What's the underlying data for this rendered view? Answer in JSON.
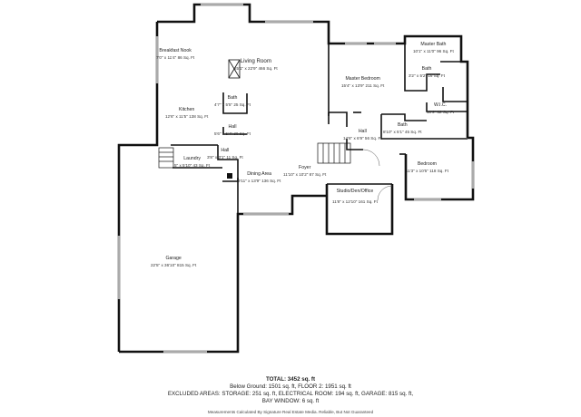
{
  "rooms": [
    {
      "key": "breakfast",
      "name": "Breakfast Nook",
      "dim": "7'0\" x 11'4\" 86 Sq. Ft"
    },
    {
      "key": "living",
      "name": "Living Room",
      "dim": "25'1\" x 22'9\" 466 Sq. Ft"
    },
    {
      "key": "master_bath",
      "name": "Master Bath",
      "dim": "10'1\" x 11'0\" 96 Sq. Ft"
    },
    {
      "key": "bath_upper",
      "name": "Bath",
      "dim": "3'2\" x 5'2\" 16 Sq. Ft"
    },
    {
      "key": "master_bedroom",
      "name": "Master Bedroom",
      "dim": "15'4\" x 13'9\" 211 Sq. Ft"
    },
    {
      "key": "bath_small",
      "name": "Bath",
      "dim": "4'7\" x 5'5\" 25 Sq. Ft"
    },
    {
      "key": "wic",
      "name": "W.I.C.",
      "dim": "10'9\" 82 Sq. Ft"
    },
    {
      "key": "kitchen",
      "name": "Kitchen",
      "dim": "12'6\" x 11'5\" 138 Sq. Ft"
    },
    {
      "key": "hall_kitchen",
      "name": "Hall",
      "dim": "5'6\" x 5'4\" 30 Sq. Ft"
    },
    {
      "key": "bath_hall",
      "name": "Bath",
      "dim": "8'10\" x 5'1\" 45 Sq. Ft"
    },
    {
      "key": "hall_master",
      "name": "Hall",
      "dim": "14'6\" x 6'9\" 56 Sq. Ft"
    },
    {
      "key": "hall_laundry",
      "name": "Hall",
      "dim": "3'8\" x 3'1\" 11 Sq. Ft"
    },
    {
      "key": "laundry",
      "name": "Laundry",
      "dim": "5\" x 5'10\" 43 Sq. Ft"
    },
    {
      "key": "foyer",
      "name": "Foyer",
      "dim": "11'10\" x 10'2\" 87 Sq. Ft"
    },
    {
      "key": "bedroom",
      "name": "Bedroom",
      "dim": "11'3\" x 10'5\" 118 Sq. Ft"
    },
    {
      "key": "dining",
      "name": "Dining Area",
      "dim": "9'11\" x 13'9\" 136 Sq. Ft"
    },
    {
      "key": "studio",
      "name": "Studio/Den/Office",
      "dim": "11'8\" x 12'10\" 161 Sq. Ft"
    },
    {
      "key": "garage",
      "name": "Garage",
      "dim": "22'5\" x 36'10\" 815 Sq. Ft"
    }
  ],
  "summary": {
    "total": "TOTAL: 3452 sq. ft",
    "line1": "Below Ground: 1501 sq. ft, FLOOR 2: 1951 sq. ft",
    "line2": "EXCLUDED AREAS: STORAGE: 251 sq. ft, ELECTRICAL ROOM: 194 sq. ft, GARAGE: 815 sq. ft,",
    "line3": "BAY WINDOW: 6 sq. ft"
  },
  "footer": "Measurements Calculated By Signature Real Estate Media. Reliable, But Not Guaranteed"
}
